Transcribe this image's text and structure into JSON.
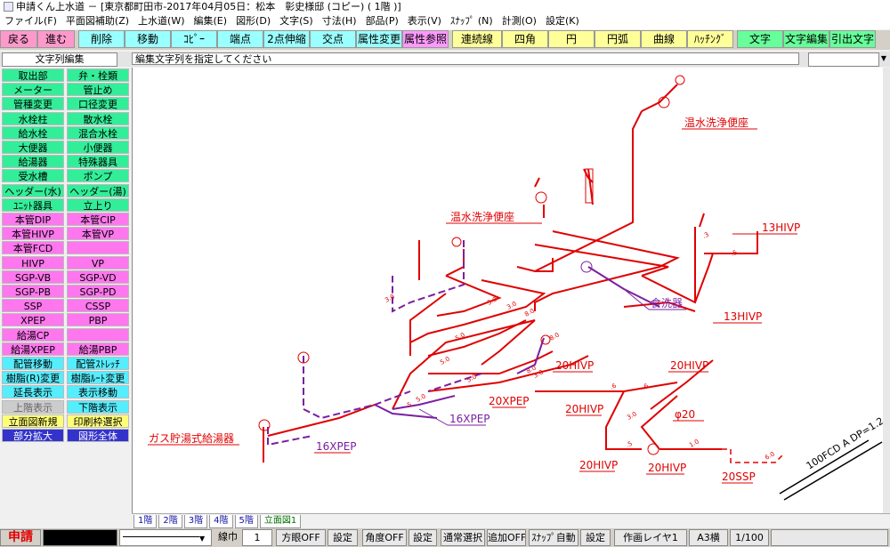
{
  "window": {
    "title": "申請くん上水道 － [東京都町田市-2017年04月05日：松本　彰史様邸 (コピー) ( 1階 )]"
  },
  "menu": [
    "ファイル(F)",
    "平面図補助(Z)",
    "上水道(W)",
    "編集(E)",
    "図形(D)",
    "文字(S)",
    "寸法(H)",
    "部品(P)",
    "表示(V)",
    "ｽﾅｯﾌﾟ (N)",
    "計測(O)",
    "設定(K)"
  ],
  "toolbar": [
    {
      "label": "戻る",
      "color": "#ff99cc"
    },
    {
      "label": "進む",
      "color": "#ff99cc"
    },
    {
      "label": "削除",
      "color": "#99ffff"
    },
    {
      "label": "移動",
      "color": "#99ffff"
    },
    {
      "label": "ｺﾋﾟｰ",
      "color": "#99ffff"
    },
    {
      "label": "端点",
      "color": "#99ffff"
    },
    {
      "label": "2点伸縮",
      "color": "#99ffff"
    },
    {
      "label": "交点",
      "color": "#99ffff"
    },
    {
      "label": "属性変更",
      "color": "#99ffff"
    },
    {
      "label": "属性参照",
      "color": "#ff99ff"
    },
    {
      "label": "連続線",
      "color": "#ffff99"
    },
    {
      "label": "四角",
      "color": "#ffff99"
    },
    {
      "label": "円",
      "color": "#ffff99"
    },
    {
      "label": "円弧",
      "color": "#ffff99"
    },
    {
      "label": "曲線",
      "color": "#ffff99"
    },
    {
      "label": "ﾊｯﾁﾝｸﾞ",
      "color": "#ffff99"
    },
    {
      "label": "文字",
      "color": "#66ff99"
    },
    {
      "label": "文字編集",
      "color": "#66ff99"
    },
    {
      "label": "引出文字",
      "color": "#66ff99"
    }
  ],
  "mode": {
    "label": "文字列編集",
    "message": "編集文字列を指定してください"
  },
  "palette": [
    {
      "label": "取出部",
      "color": "#33ee99"
    },
    {
      "label": "弁・栓類",
      "color": "#33ee99"
    },
    {
      "label": "メーター",
      "color": "#33ee99"
    },
    {
      "label": "管止め",
      "color": "#33ee99"
    },
    {
      "label": "管種変更",
      "color": "#33ee99"
    },
    {
      "label": "口径変更",
      "color": "#33ee99"
    },
    {
      "label": "水栓柱",
      "color": "#33ee99"
    },
    {
      "label": "散水栓",
      "color": "#33ee99"
    },
    {
      "label": "給水栓",
      "color": "#33ee99"
    },
    {
      "label": "混合水栓",
      "color": "#33ee99"
    },
    {
      "label": "大便器",
      "color": "#33ee99"
    },
    {
      "label": "小便器",
      "color": "#33ee99"
    },
    {
      "label": "給湯器",
      "color": "#33ee99"
    },
    {
      "label": "特殊器具",
      "color": "#33ee99"
    },
    {
      "label": "受水槽",
      "color": "#33ee99"
    },
    {
      "label": "ポンプ",
      "color": "#33ee99"
    },
    {
      "label": "ヘッダー(水)",
      "color": "#33ee99"
    },
    {
      "label": "ヘッダー(湯)",
      "color": "#33ee99"
    },
    {
      "label": "ﾕﾆｯﾄ器具",
      "color": "#33ee99"
    },
    {
      "label": "立上り",
      "color": "#33ee99"
    },
    {
      "label": "本管DIP",
      "color": "#ff77ee"
    },
    {
      "label": "本管CIP",
      "color": "#ff77ee"
    },
    {
      "label": "本管HIVP",
      "color": "#ff77ee"
    },
    {
      "label": "本管VP",
      "color": "#ff77ee"
    },
    {
      "label": "本管FCD",
      "color": "#ff77ee"
    },
    {
      "label": "",
      "color": "#ff77ee"
    },
    {
      "label": "HIVP",
      "color": "#ff77ee"
    },
    {
      "label": "VP",
      "color": "#ff77ee"
    },
    {
      "label": "SGP-VB",
      "color": "#ff77ee"
    },
    {
      "label": "SGP-VD",
      "color": "#ff77ee"
    },
    {
      "label": "SGP-PB",
      "color": "#ff77ee"
    },
    {
      "label": "SGP-PD",
      "color": "#ff77ee"
    },
    {
      "label": "SSP",
      "color": "#ff77ee"
    },
    {
      "label": "CSSP",
      "color": "#ff77ee"
    },
    {
      "label": "XPEP",
      "color": "#ff77ee"
    },
    {
      "label": "PBP",
      "color": "#ff77ee"
    },
    {
      "label": "給湯CP",
      "color": "#ff77ee"
    },
    {
      "label": "",
      "color": "#ff77ee"
    },
    {
      "label": "給湯XPEP",
      "color": "#ff77ee"
    },
    {
      "label": "給湯PBP",
      "color": "#ff77ee"
    },
    {
      "label": "配管移動",
      "color": "#55eeff"
    },
    {
      "label": "配管ｽﾄﾚｯﾁ",
      "color": "#55eeff"
    },
    {
      "label": "樹脂(R)変更",
      "color": "#55eeff"
    },
    {
      "label": "樹脂ﾙｰﾄ変更",
      "color": "#55eeff"
    },
    {
      "label": "延長表示",
      "color": "#55eeff"
    },
    {
      "label": "表示移動",
      "color": "#55eeff"
    },
    {
      "label": "上階表示",
      "color": "#cccccc"
    },
    {
      "label": "下階表示",
      "color": "#55eeff"
    },
    {
      "label": "立面図新規",
      "color": "#ffff77"
    },
    {
      "label": "印刷枠選択",
      "color": "#ffff77"
    },
    {
      "label": "部分拡大",
      "color": "#3333cc"
    },
    {
      "label": "図形全体",
      "color": "#3333cc"
    }
  ],
  "drawing": {
    "labels_red": [
      "温水洗浄便座",
      "温水洗浄便座",
      "13HIVP",
      "13HIVP",
      "20HIVP",
      "20HIVP",
      "20HIVP",
      "φ20",
      "20HIVP",
      "20HIVP",
      "20SSP",
      "20XPEP",
      "ガス貯湯式給湯器"
    ],
    "labels_purple": [
      "食洗器",
      "16XPEP",
      "16XPEP"
    ],
    "labels_black": [
      "100FCD A DP=1.2"
    ],
    "dims": [
      "3.0",
      "3.0",
      "8.0",
      "5.0",
      "8.0",
      "5.0",
      "5.0",
      "8.0",
      "5.0",
      ".5",
      ".6",
      ".6",
      "3.0",
      ".5",
      "1.0",
      "6.0",
      "3.0",
      "3.0",
      ".3",
      "5"
    ]
  },
  "tabs": [
    "1階",
    "2階",
    "3階",
    "4階",
    "5階",
    "立面図1"
  ],
  "status": {
    "app": "申請",
    "linewidth_label": "線巾",
    "linewidth_value": "1",
    "ortho": "方眼OFF",
    "ortho_set": "設定",
    "angle": "角度OFF",
    "angle_set": "設定",
    "select": "通常選択",
    "add": "追加OFF",
    "snap": "ｽﾅｯﾌﾟ自動",
    "snap_set": "設定",
    "layer": "作画レイヤ1",
    "paper": "A3横",
    "scale": "1/100"
  },
  "colors": {
    "pipe_red": "#e00000",
    "pipe_purple": "#7a1fa0",
    "canvas_bg": "#ffffff"
  }
}
